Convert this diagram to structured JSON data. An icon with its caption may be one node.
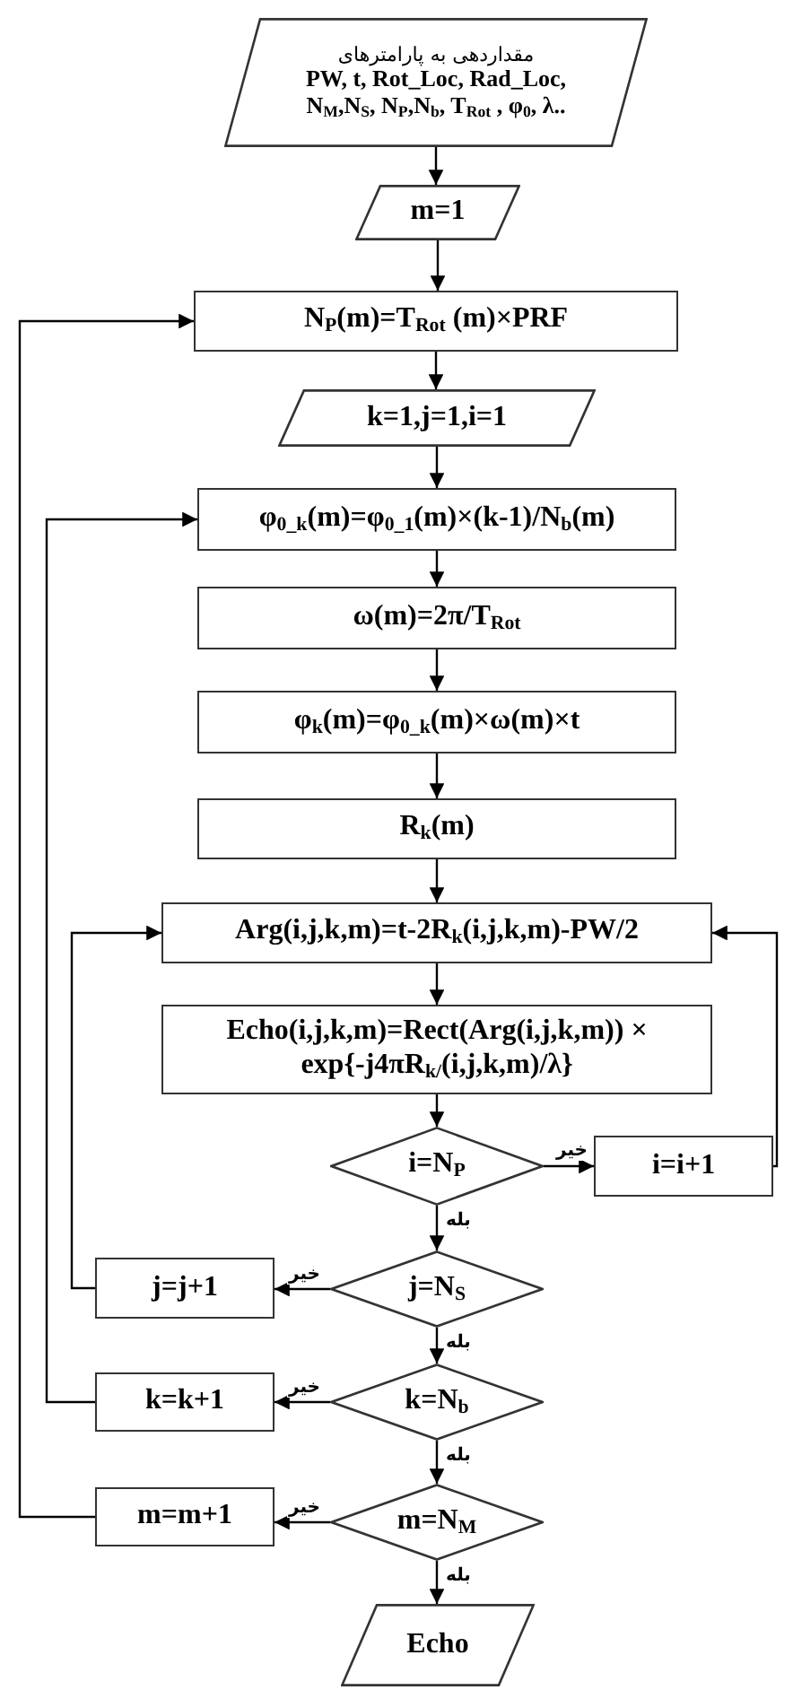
{
  "diagram": {
    "nodes": [
      {
        "text": [
          "مقداردهی به پارامترهای",
          "PW, t, Rot_Loc, Rad_Loc, N$_{M}$,N$_{S}$, N$_{P}$,N$_{b}$, T$_{Rot}$ , φ$_{0}$, λ.."
        ]
      },
      {
        "text": [
          "m=1"
        ]
      },
      {
        "text": [
          "N$_{P}$(m)=T$_{Rot}$ (m)×PRF"
        ]
      },
      {
        "text": [
          "k=1,j=1,i=1"
        ]
      },
      {
        "text": [
          "φ$_{0_k}$(m)=φ$_{0_1}$(m)×(k-1)/N$_{b}$(m)"
        ]
      },
      {
        "text": [
          "ω(m)=2π/T$_{Rot}$"
        ]
      },
      {
        "text": [
          "φ$_{k}$(m)=φ$_{0_k}$(m)×ω(m)×t"
        ]
      },
      {
        "text": [
          "R$_{k}$(m)"
        ]
      },
      {
        "text": [
          "Arg(i,j,k,m)=t-2R$_{k}$(i,j,k,m)-PW/2"
        ]
      },
      {
        "text": [
          "Echo(i,j,k,m)=Rect(Arg(i,j,k,m)) × exp{-j4πR$_{k/}$(i,j,k,m)/λ}"
        ]
      },
      {
        "text": [
          "i=N$_{P}$"
        ]
      },
      {
        "text": [
          "i=i+1"
        ]
      },
      {
        "text": [
          "j=N$_{S}$"
        ]
      },
      {
        "text": [
          "j=j+1"
        ]
      },
      {
        "text": [
          "k=N$_{b}$"
        ]
      },
      {
        "text": [
          "k=k+1"
        ]
      },
      {
        "text": [
          "m=N$_{M}$"
        ]
      },
      {
        "text": [
          "m=m+1"
        ]
      },
      {
        "text": [
          "Echo"
        ]
      }
    ],
    "edges": [
      {
        "from": 0,
        "to": 1,
        "arrow": "to"
      },
      {
        "from": 1,
        "to": 2,
        "arrow": "to"
      },
      {
        "from": 2,
        "to": 3,
        "arrow": "to"
      },
      {
        "from": 3,
        "to": 4,
        "arrow": "to"
      },
      {
        "from": 4,
        "to": 5,
        "arrow": "to"
      },
      {
        "from": 5,
        "to": 6,
        "arrow": "to"
      },
      {
        "from": 6,
        "to": 7,
        "arrow": "to"
      },
      {
        "from": 7,
        "to": 8,
        "arrow": "to"
      },
      {
        "from": 8,
        "to": 9,
        "arrow": "to"
      },
      {
        "from": 9,
        "to": 10,
        "arrow": "to"
      },
      {
        "from": 10,
        "to": 11,
        "arrow": "to",
        "label": "خیر"
      },
      {
        "from": 11,
        "to": 8,
        "arrow": "to"
      },
      {
        "from": 10,
        "to": 12,
        "arrow": "to",
        "label": "بله"
      },
      {
        "from": 12,
        "to": 13,
        "arrow": "to",
        "label": "خیر"
      },
      {
        "from": 13,
        "to": 8,
        "arrow": "to"
      },
      {
        "from": 12,
        "to": 14,
        "arrow": "to",
        "label": "بله"
      },
      {
        "from": 14,
        "to": 15,
        "arrow": "to",
        "label": "خیر"
      },
      {
        "from": 15,
        "to": 4,
        "arrow": "to"
      },
      {
        "from": 14,
        "to": 16,
        "arrow": "to",
        "label": "بله"
      },
      {
        "from": 16,
        "to": 17,
        "arrow": "to",
        "label": "خیر"
      },
      {
        "from": 17,
        "to": 2,
        "arrow": "to"
      },
      {
        "from": 16,
        "to": 18,
        "arrow": "to",
        "label": "بله"
      }
    ]
  }
}
